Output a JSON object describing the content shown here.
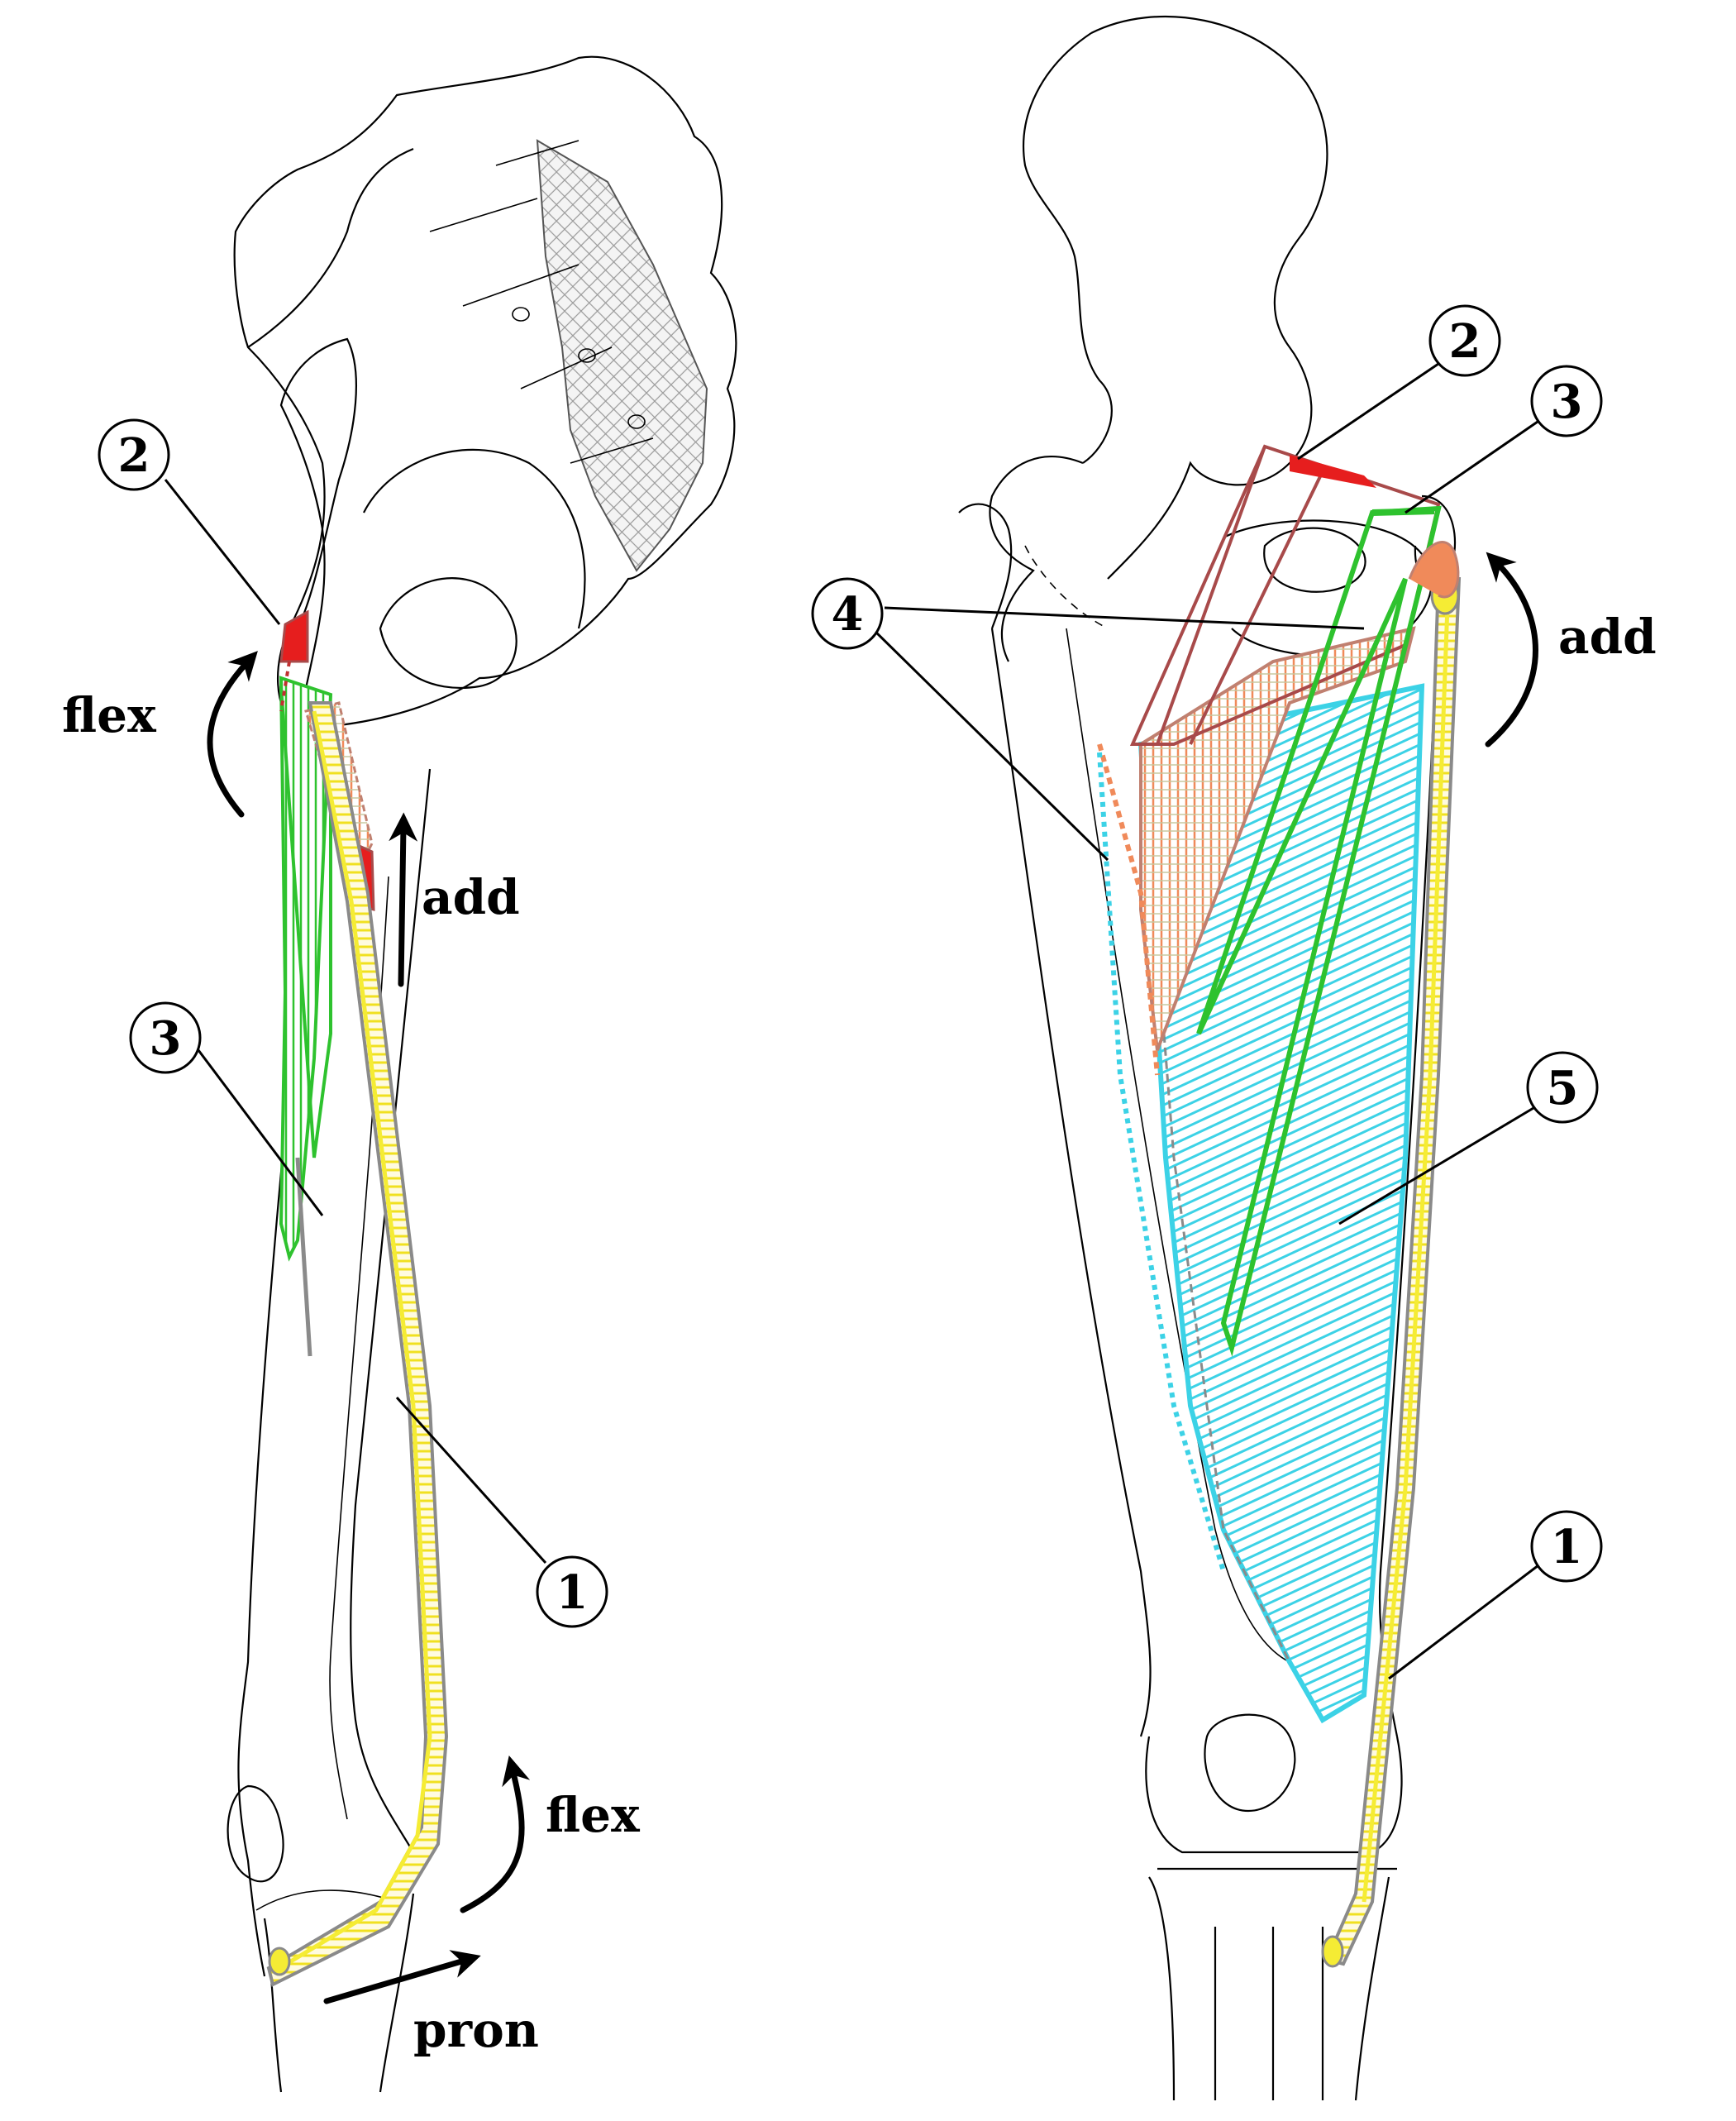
{
  "left_view": {
    "labels": {
      "n1": "1",
      "n2": "2",
      "n3": "3"
    },
    "movements": {
      "flex_hip": "flex",
      "add": "add",
      "flex_knee": "flex",
      "pron": "pron"
    }
  },
  "right_view": {
    "labels": {
      "n1": "1",
      "n2": "2",
      "n3": "3",
      "n4": "4",
      "n5": "5"
    },
    "movements": {
      "add": "add"
    }
  },
  "colors": {
    "muscle_1": "#f5ec34",
    "muscle_2": "#e61e1e",
    "muscle_3": "#2ec22e",
    "muscle_4": "#f08a5a",
    "muscle_5": "#3cd2e6",
    "outline": "#8a8a8a",
    "muscle_2_outline": "#a84a4a"
  }
}
